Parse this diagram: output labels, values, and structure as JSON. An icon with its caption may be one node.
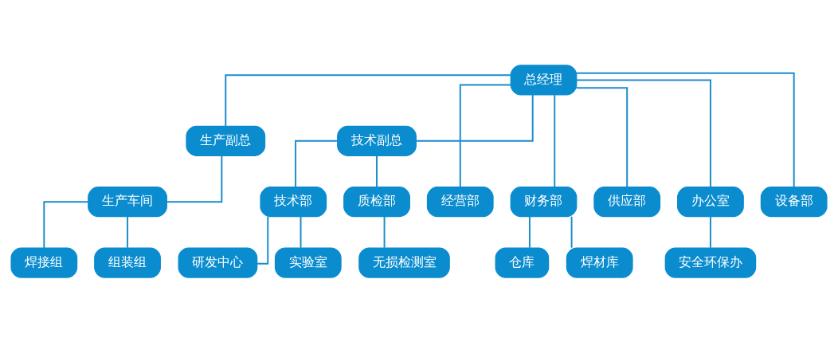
{
  "diagram": {
    "nodes": [
      {
        "text": [
          "总经理"
        ]
      },
      {
        "text": [
          "生产副总"
        ]
      },
      {
        "text": [
          "技术副总"
        ]
      },
      {
        "text": [
          "生产车间"
        ]
      },
      {
        "text": [
          "经营部"
        ]
      },
      {
        "text": [
          "财务部"
        ]
      },
      {
        "text": [
          "供应部"
        ]
      },
      {
        "text": [
          "办公室"
        ]
      },
      {
        "text": [
          "设备部"
        ]
      },
      {
        "text": [
          "技术部"
        ]
      },
      {
        "text": [
          "质检部"
        ]
      },
      {
        "text": [
          "焊接组"
        ]
      },
      {
        "text": [
          "组装组"
        ]
      },
      {
        "text": [
          "仓库"
        ]
      },
      {
        "text": [
          "焊材库"
        ]
      },
      {
        "text": [
          "安全环保办"
        ]
      },
      {
        "text": [
          "研发中心"
        ]
      },
      {
        "text": [
          "实验室"
        ]
      },
      {
        "text": [
          "无损检测室"
        ]
      }
    ],
    "edges": [
      {
        "from": 0,
        "to": 1,
        "arrow": "none"
      },
      {
        "from": 0,
        "to": 2,
        "arrow": "none"
      },
      {
        "from": 0,
        "to": 4,
        "arrow": "none"
      },
      {
        "from": 0,
        "to": 5,
        "arrow": "none"
      },
      {
        "from": 0,
        "to": 6,
        "arrow": "none"
      },
      {
        "from": 0,
        "to": 7,
        "arrow": "none"
      },
      {
        "from": 0,
        "to": 8,
        "arrow": "none"
      },
      {
        "from": 1,
        "to": 3,
        "arrow": "none"
      },
      {
        "from": 2,
        "to": 9,
        "arrow": "none"
      },
      {
        "from": 2,
        "to": 10,
        "arrow": "none"
      },
      {
        "from": 3,
        "to": 11,
        "arrow": "none"
      },
      {
        "from": 3,
        "to": 12,
        "arrow": "none"
      },
      {
        "from": 5,
        "to": 13,
        "arrow": "none"
      },
      {
        "from": 5,
        "to": 14,
        "arrow": "none"
      },
      {
        "from": 7,
        "to": 15,
        "arrow": "none"
      },
      {
        "from": 9,
        "to": 16,
        "arrow": "none"
      },
      {
        "from": 9,
        "to": 17,
        "arrow": "none"
      },
      {
        "from": 10,
        "to": 18,
        "arrow": "none"
      }
    ]
  }
}
